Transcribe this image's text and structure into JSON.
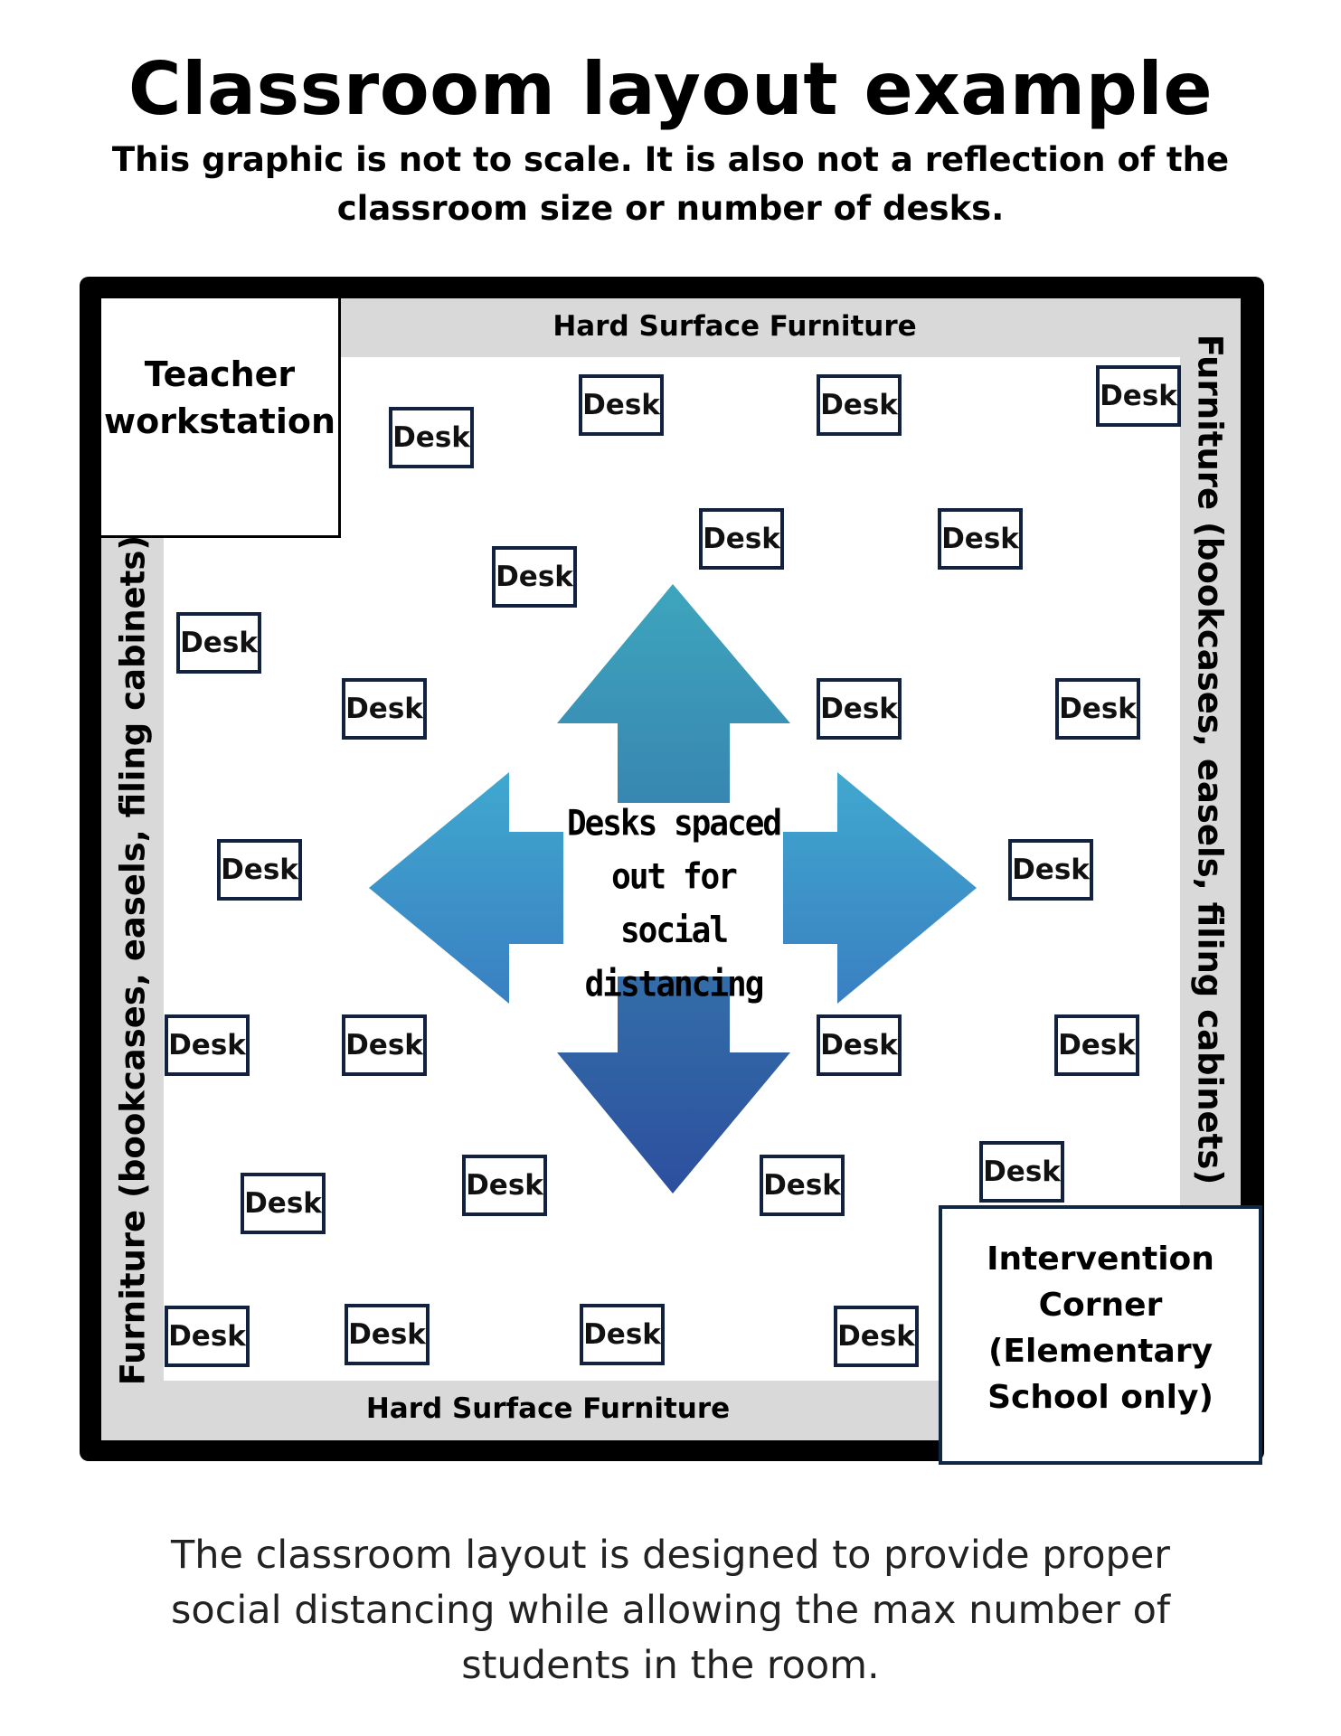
{
  "title": "Classroom layout example",
  "subtitle": "This graphic is not to scale. It is also not a reflection of the classroom size or number of desks.",
  "teacher_workstation": "Teacher workstation",
  "top_band": "Hard Surface Furniture",
  "bottom_band": "Hard Surface Furniture",
  "left_band": "Furniture (bookcases, easels, filing cabinets)",
  "right_band": "Furniture (bookcases, easels, filing cabinets)",
  "intervention_corner": "Intervention Corner (Elementary School only)",
  "center_text": "Desks spaced out for social distancing",
  "desk_label": "Desk",
  "caption": "The classroom layout is designed to provide proper social distancing while allowing the max number of students in the room.",
  "colors": {
    "arrow_top": "#3ea6bd",
    "arrow_bottom": "#2d4f9e",
    "desk_border": "#11213f",
    "band": "#d9d9d9"
  }
}
